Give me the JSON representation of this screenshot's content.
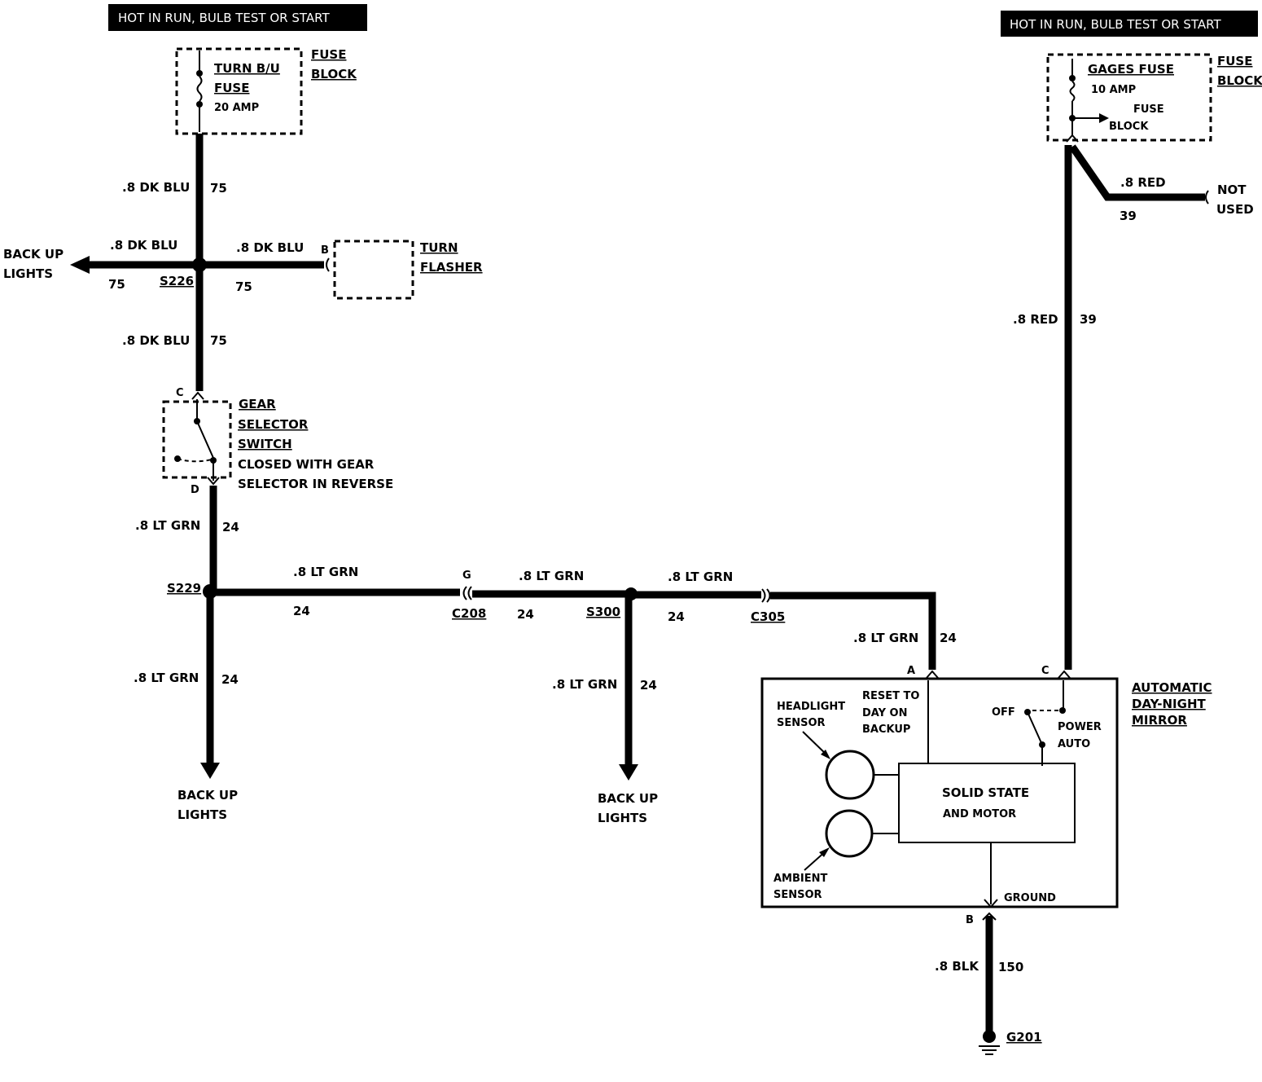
{
  "banners": {
    "left": "HOT IN RUN, BULB TEST OR START",
    "right": "HOT IN RUN, BULB TEST OR START"
  },
  "turn_fuse": {
    "name_line1": "TURN B/U",
    "name_line2": "FUSE",
    "rating": "20 AMP",
    "block_line1": "FUSE",
    "block_line2": "BLOCK"
  },
  "gages_fuse": {
    "name": "GAGES FUSE",
    "rating": "10 AMP",
    "inner_line1": "FUSE",
    "inner_line2": "BLOCK",
    "block_line1": "FUSE",
    "block_line2": "BLOCK"
  },
  "wires": {
    "dk_blu": ".8 DK BLU",
    "circuit_75": "75",
    "lt_grn": ".8 LT GRN",
    "circuit_24": "24",
    "red": ".8 RED",
    "circuit_39": "39",
    "blk": ".8 BLK",
    "circuit_150": "150"
  },
  "splices": {
    "s226": "S226",
    "s229": "S229",
    "s300": "S300"
  },
  "connectors": {
    "c208": "C208",
    "c305": "C305",
    "ground": "G201"
  },
  "pins": {
    "b": "B",
    "c": "C",
    "d": "D",
    "g": "G",
    "a": "A"
  },
  "backup_lights": {
    "line1": "BACK UP",
    "line2": "LIGHTS",
    "left_line1": "BACK UP",
    "left_line2": "LIGHTS"
  },
  "turn_flasher": {
    "line1": "TURN",
    "line2": "FLASHER"
  },
  "gear_switch": {
    "line1": "GEAR",
    "line2": "SELECTOR",
    "line3": "SWITCH",
    "line4": "CLOSED WITH GEAR",
    "line5": "SELECTOR IN REVERSE"
  },
  "not_used": {
    "line1": "NOT",
    "line2": "USED"
  },
  "mirror": {
    "title_line1": "AUTOMATIC",
    "title_line2": "DAY-NIGHT",
    "title_line3": "MIRROR",
    "headlight_line1": "HEADLIGHT",
    "headlight_line2": "SENSOR",
    "reset_line1": "RESET TO",
    "reset_line2": "DAY ON",
    "reset_line3": "BACKUP",
    "off": "OFF",
    "power": "POWER",
    "auto": "AUTO",
    "solid_state": "SOLID STATE",
    "and_motor": "AND MOTOR",
    "ambient_line1": "AMBIENT",
    "ambient_line2": "SENSOR",
    "ground": "GROUND"
  }
}
